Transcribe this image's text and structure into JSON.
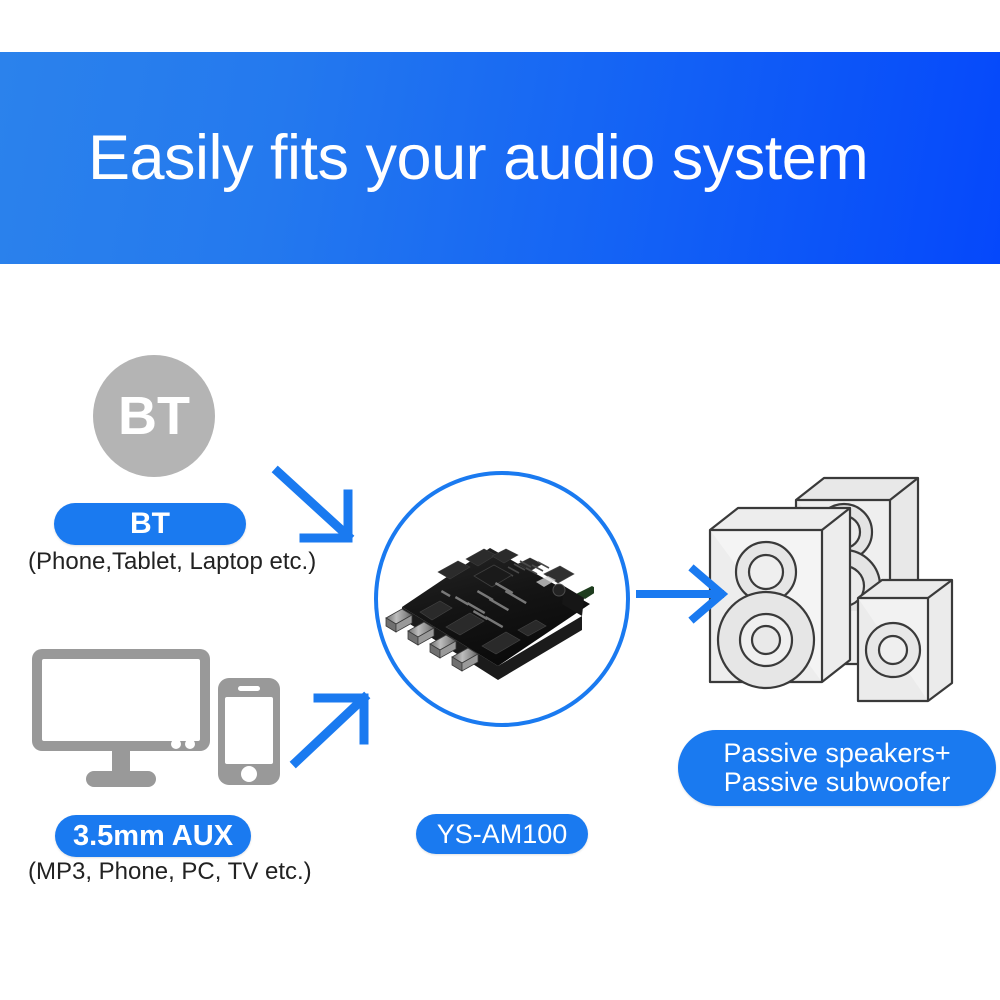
{
  "header": {
    "title": "Easily fits your audio system",
    "gradient_from": "#2b82ec",
    "gradient_to": "#0548fb"
  },
  "colors": {
    "accent_blue": "#1a7af0",
    "device_gray": "#999999",
    "bt_circle_gray": "#b4b4b4",
    "caption_text": "#222222"
  },
  "sources": [
    {
      "id": "bluetooth",
      "icon": "bt-circle-icon",
      "icon_label": "BT",
      "pill_label": "BT",
      "caption": "(Phone,Tablet, Laptop etc.)"
    },
    {
      "id": "aux",
      "icon": "monitor-and-phone-icon",
      "pill_label": "3.5mm AUX",
      "caption": "(MP3, Phone, PC, TV etc.)"
    }
  ],
  "center": {
    "icon": "amplifier-board-image",
    "pill_label": "YS-AM100"
  },
  "output": {
    "icon": "speakers-icon",
    "pill_label_line1": "Passive speakers+",
    "pill_label_line2": "Passive subwoofer"
  },
  "arrows": [
    {
      "id": "bt-to-board",
      "direction": "down-right"
    },
    {
      "id": "aux-to-board",
      "direction": "up-right"
    },
    {
      "id": "board-to-output",
      "direction": "right"
    }
  ]
}
